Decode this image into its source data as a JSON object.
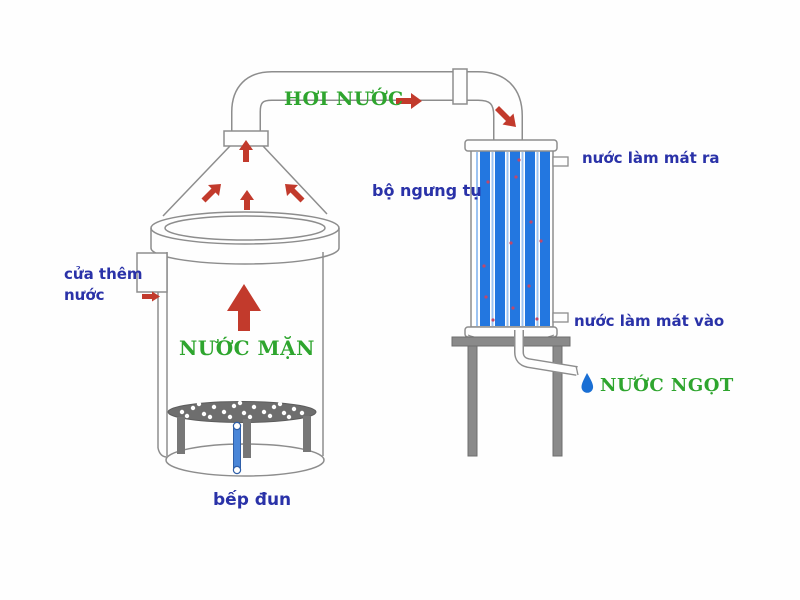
{
  "diagram": {
    "description": "seawater distillation apparatus diagram",
    "labels": {
      "steam": "HƠI NƯỚC",
      "condenser": "bộ ngưng tụ",
      "cooling_out": "nước làm mát ra",
      "cooling_in": "nước làm mát vào",
      "fresh_water": "NƯỚC NGỌT",
      "salt_water": "NƯỚC MẶN",
      "water_inlet": "cửa thêm nước",
      "heater": "bếp đun"
    },
    "colors": {
      "green_label": "#2ea52e",
      "blue_label": "#2a32a8",
      "red_arrow": "#c23a2c",
      "condenser_stripe_blue": "#2377e0",
      "condenser_stripe_light": "#9cc3f2",
      "outline_gray": "#8d8d8d",
      "stand_gray": "#8a8a8a",
      "plate_gray": "#6e6e6e",
      "tube_blue": "#4a86d8",
      "droplet_blue": "#1a6fd4",
      "background": "#fefefe"
    },
    "icons": {
      "flow_arrows": "red-arrow",
      "fresh_water_drop": "water-droplet"
    }
  }
}
